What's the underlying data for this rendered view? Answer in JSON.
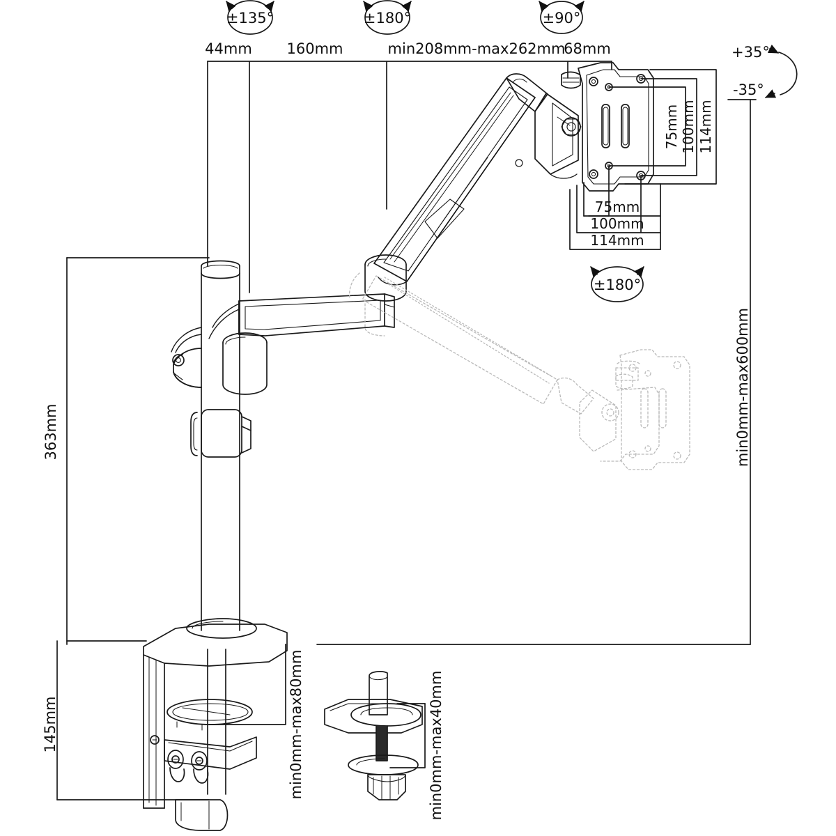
{
  "diagram": {
    "title": "Gas spring monitor desk mount dimensional drawing",
    "line_color": "#1a1a1a",
    "ghost_color": "#b9b9b9",
    "background": "#ffffff"
  },
  "rotation_badges": [
    {
      "name": "pole-swivel",
      "label": "±135°"
    },
    {
      "name": "elbow-swivel",
      "label": "±180°"
    },
    {
      "name": "arm-head-swivel",
      "label": "±90°"
    },
    {
      "name": "vesa-rotation",
      "label": "±180°"
    }
  ],
  "tilt": {
    "up_label": "+35°",
    "down_label": "-35°"
  },
  "top_dimensions": [
    {
      "name": "pole-to-arm-offset",
      "label": "44mm"
    },
    {
      "name": "lower-arm-length",
      "label": "160mm"
    },
    {
      "name": "upper-arm-reach",
      "label": "min208mm-max262mm"
    },
    {
      "name": "head-depth",
      "label": "68mm"
    }
  ],
  "vesa_vertical": [
    {
      "name": "vesa-v-75",
      "label": "75mm"
    },
    {
      "name": "vesa-v-100",
      "label": "100mm"
    },
    {
      "name": "vesa-v-114",
      "label": "114mm"
    }
  ],
  "vesa_horizontal": [
    {
      "name": "vesa-h-75",
      "label": "75mm"
    },
    {
      "name": "vesa-h-100",
      "label": "100mm"
    },
    {
      "name": "vesa-h-114",
      "label": "114mm"
    }
  ],
  "left_dimensions": [
    {
      "name": "pole-height",
      "label": "363mm"
    },
    {
      "name": "clamp-height",
      "label": "145mm"
    }
  ],
  "clamp_dimensions": [
    {
      "name": "desk-clamp-thickness",
      "label": "min0mm-max80mm"
    },
    {
      "name": "grommet-thickness",
      "label": "min0mm-max40mm"
    }
  ],
  "right_dimension": {
    "name": "height-adjust-range",
    "label": "min0mm-max600mm"
  }
}
